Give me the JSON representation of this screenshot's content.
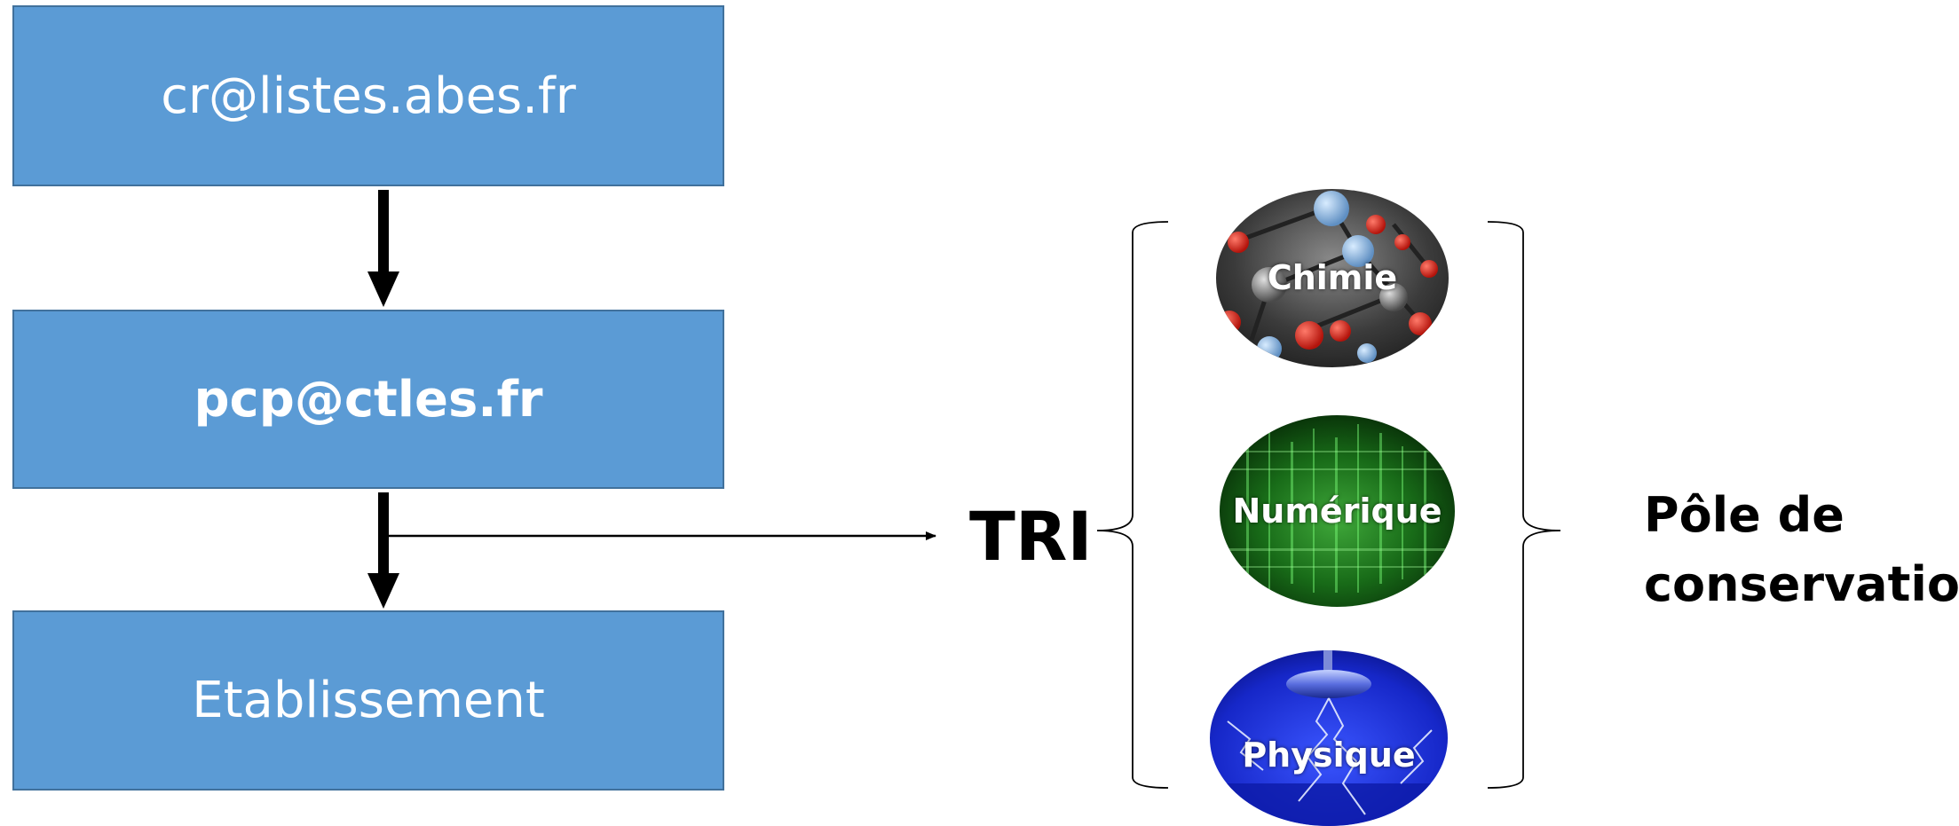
{
  "boxes": {
    "top": "cr@listes.abes.fr",
    "middle": "pcp@ctles.fr",
    "bottom": "Etablissement"
  },
  "tri": "TRI",
  "categories": {
    "chimie": "Chimie",
    "numerique": "Numérique",
    "physique": "Physique"
  },
  "pole": {
    "line1": "Pôle de",
    "line2": "conservation"
  },
  "colors": {
    "box_fill": "#5b9bd5",
    "box_border": "#41719c",
    "box_text": "#ffffff"
  }
}
